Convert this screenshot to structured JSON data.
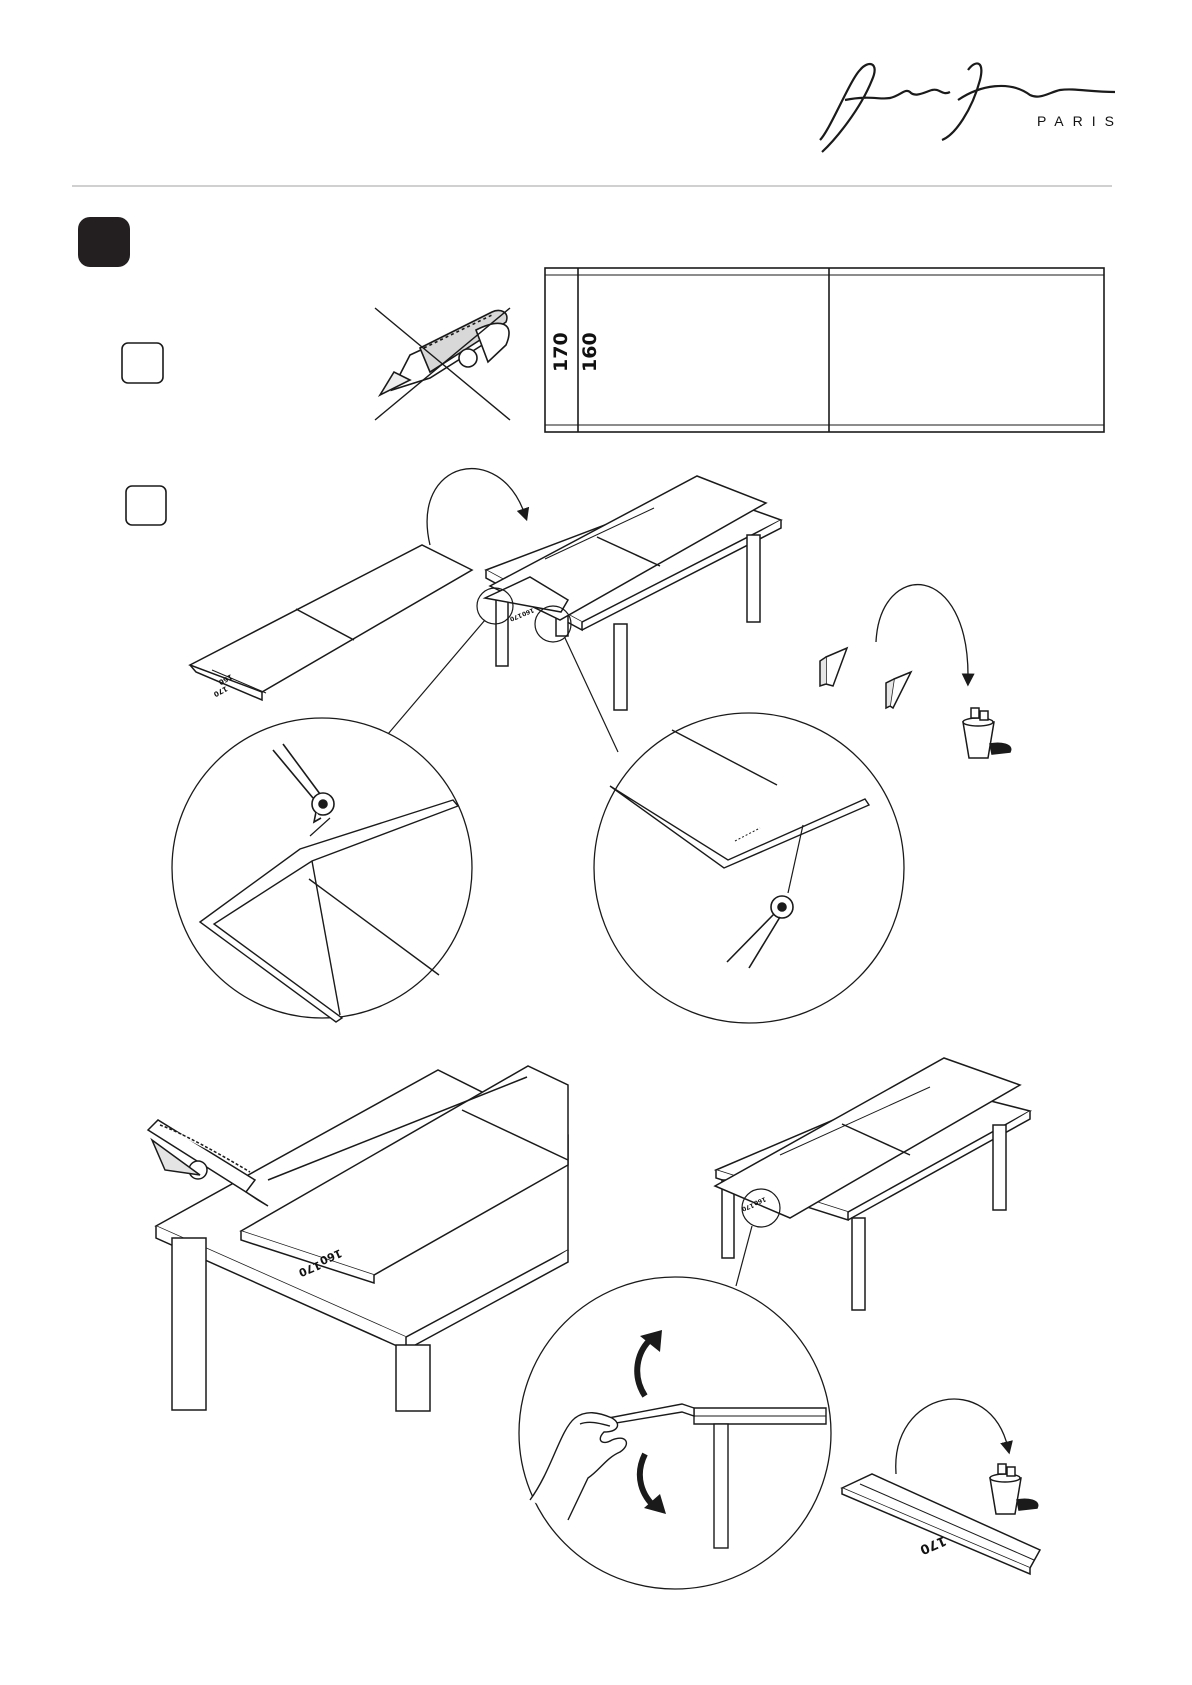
{
  "brand": {
    "signature": "Jacob Delafon",
    "subtitle": "PARIS"
  },
  "colors": {
    "ink": "#1a1a1a",
    "step_badge": "#231f20",
    "rule": "#b5b5b5",
    "fill_light": "#ffffff"
  },
  "step": {
    "badge_text": ""
  },
  "sub_steps": [
    {
      "checkbox_text": ""
    },
    {
      "checkbox_text": ""
    }
  ],
  "cut_guide": {
    "label_outer": "170",
    "label_inner": "160"
  },
  "panel_labels": {
    "small_170": "170",
    "small_160": "160",
    "large_170": "170",
    "large_160": "160",
    "strip_170": "170"
  },
  "icons": [
    "cutter-knife-icon",
    "crossed-out-icon",
    "pliers-icon",
    "trash-bin-icon",
    "curved-arrow-icon",
    "hand-icon",
    "double-arrow-icon"
  ]
}
